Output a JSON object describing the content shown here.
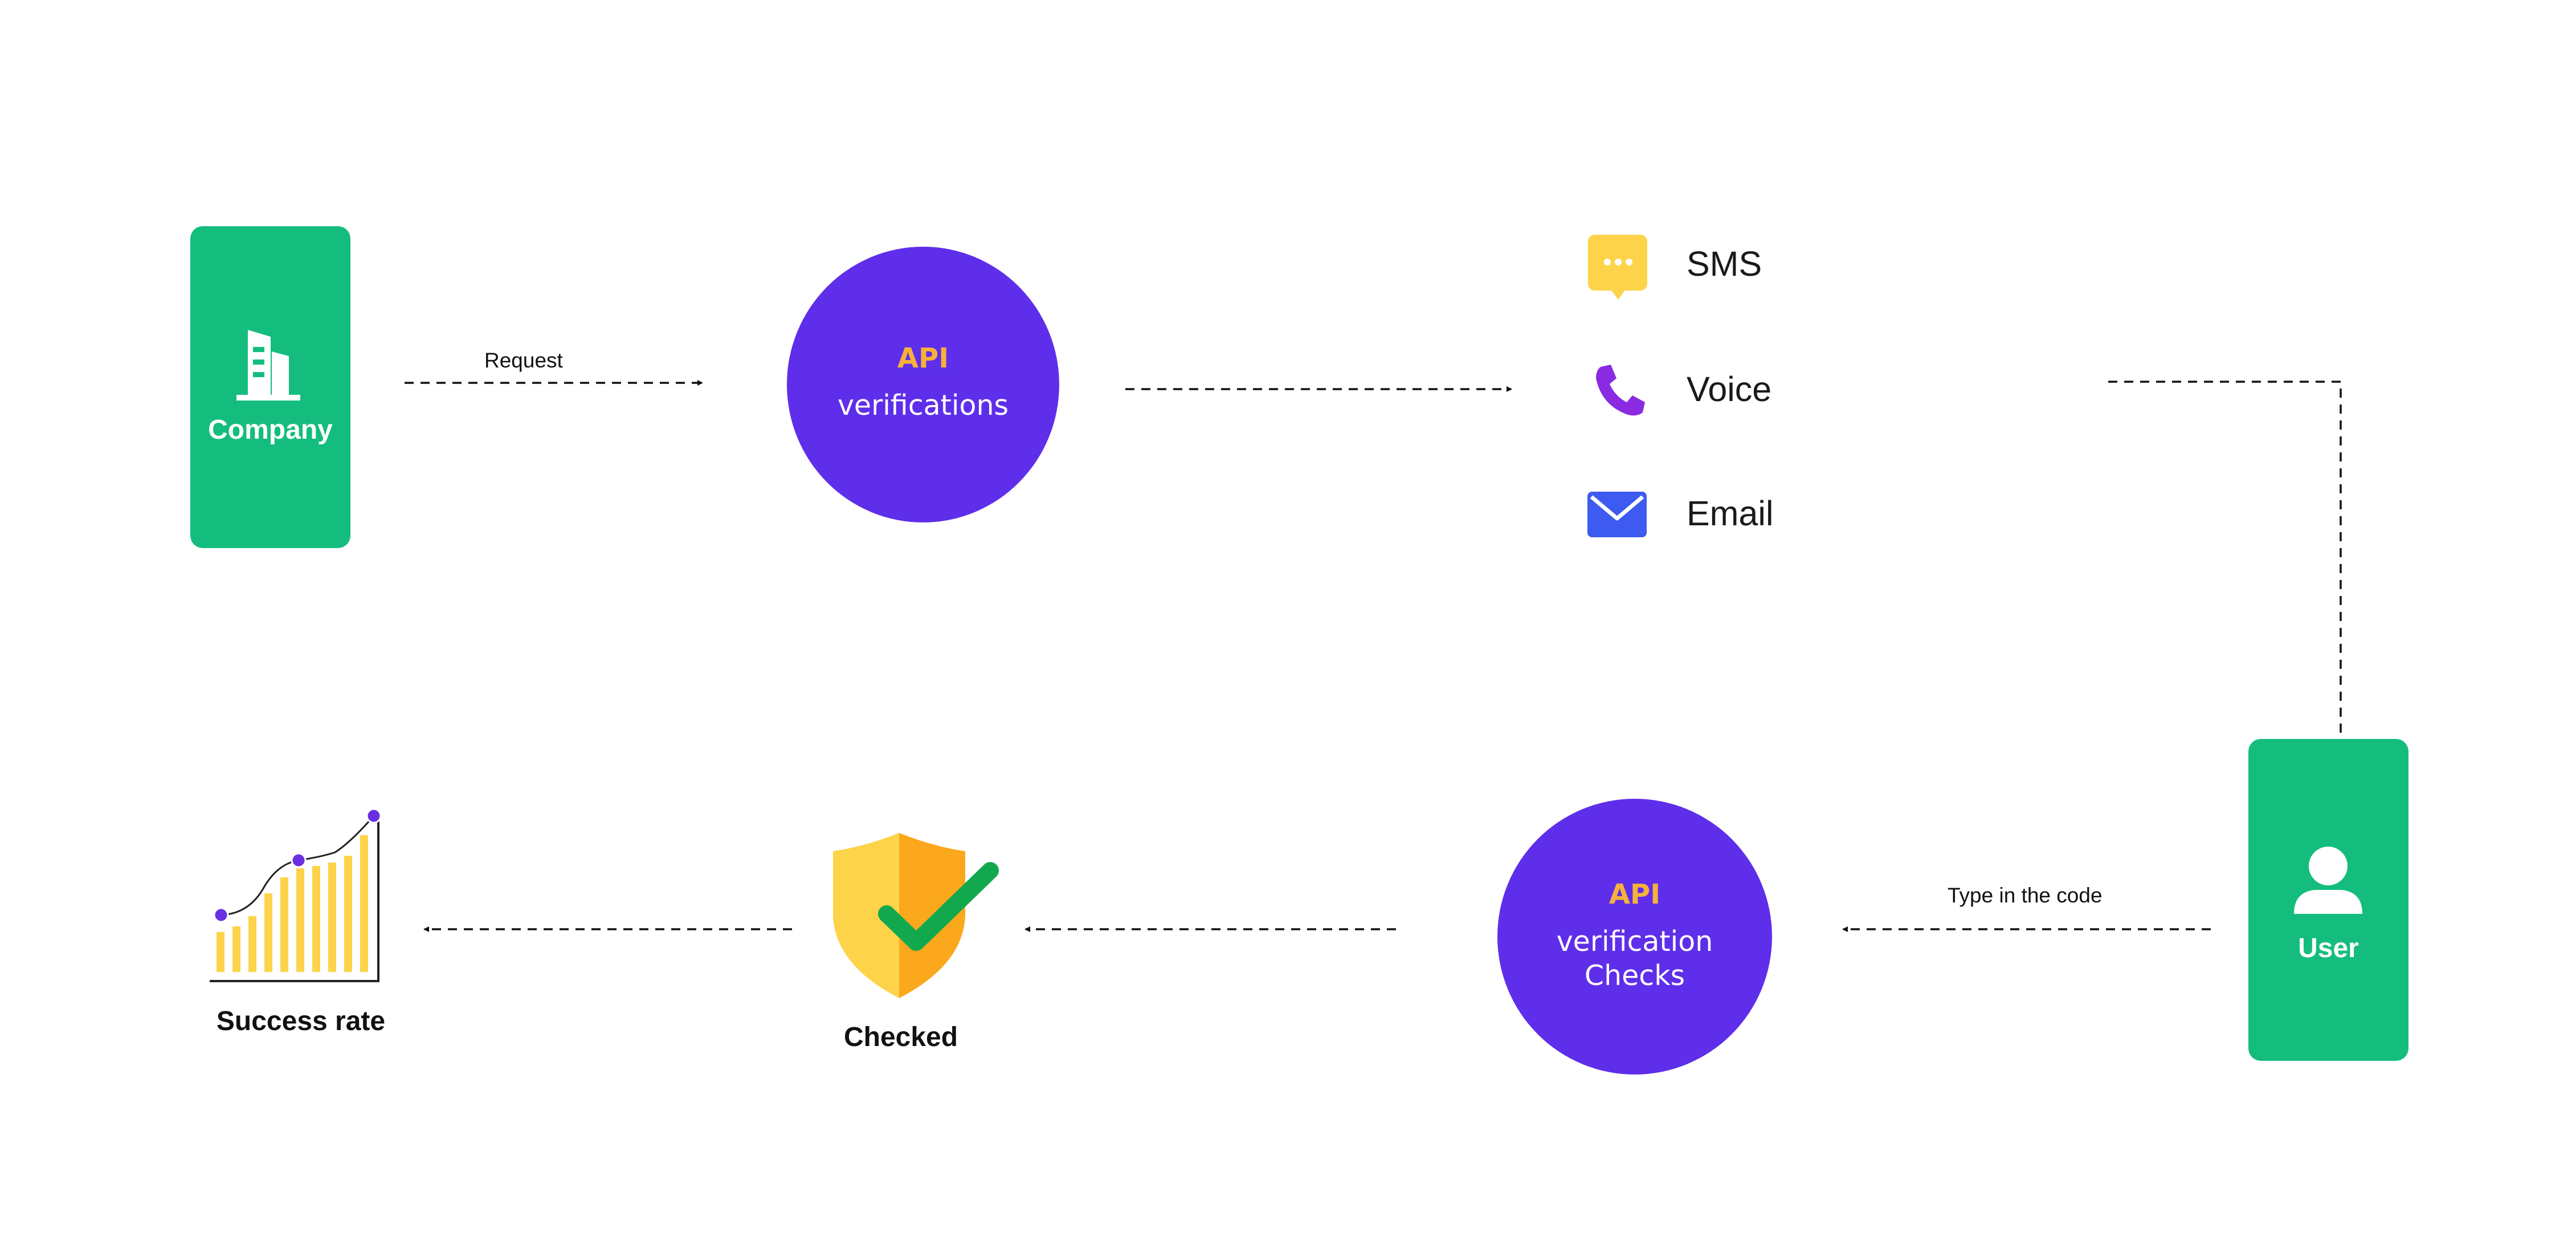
{
  "company": {
    "label": "Company"
  },
  "edge_request": {
    "label": "Request"
  },
  "api_verify": {
    "line1": "API",
    "line2": "verifications"
  },
  "channels": [
    {
      "label": "SMS",
      "icon": "sms-bubble-icon",
      "color": "#fdd34a"
    },
    {
      "label": "Voice",
      "icon": "phone-icon",
      "color": "#8a2be2"
    },
    {
      "label": "Email",
      "icon": "envelope-icon",
      "color": "#3d5af1"
    }
  ],
  "user": {
    "label": "User"
  },
  "edge_code": {
    "label": "Type in the code"
  },
  "api_checks": {
    "line1": "API",
    "line2": "verification",
    "line3": "Checks"
  },
  "checked": {
    "label": "Checked"
  },
  "success": {
    "label": "Success rate"
  },
  "colors": {
    "green": "#14bd7e",
    "purple": "#5f2eea",
    "orange": "#f6b13a",
    "yellow": "#fdd34a"
  }
}
